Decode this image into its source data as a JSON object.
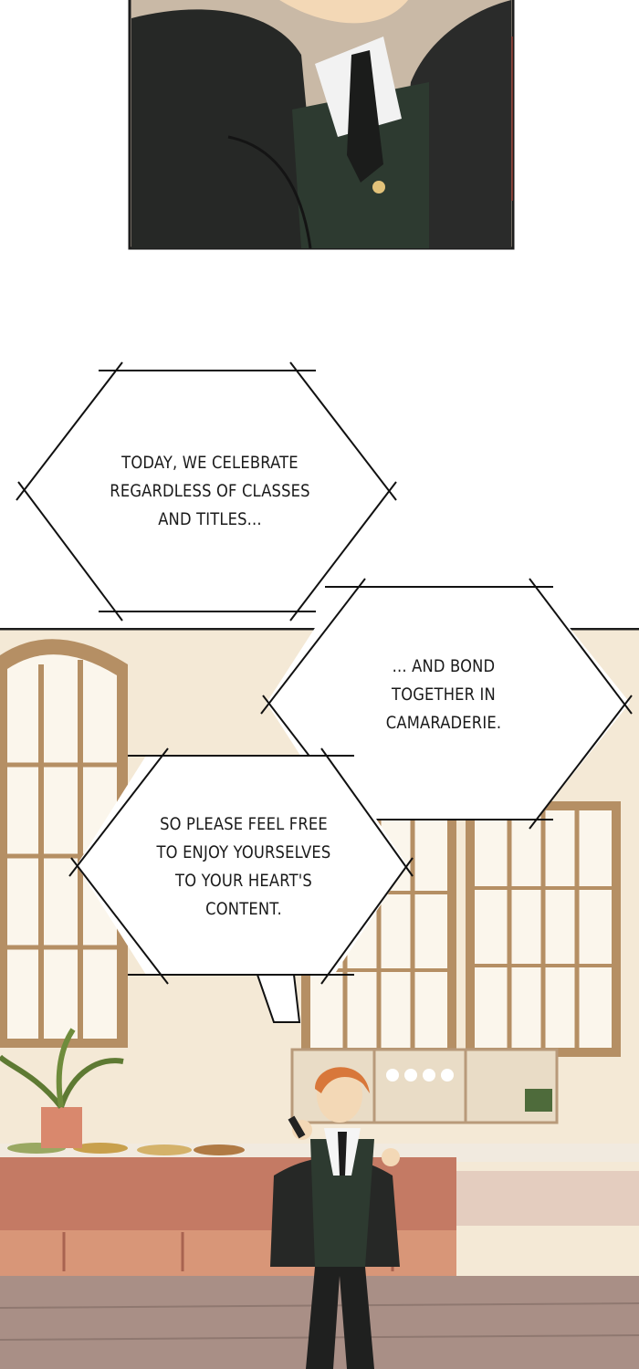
{
  "bubbles": [
    {
      "id": "bubble-1",
      "lines": [
        "TODAY, WE CELEBRATE",
        "REGARDLESS OF CLASSES",
        "AND TITLES..."
      ]
    },
    {
      "id": "bubble-2",
      "lines": [
        "... AND BOND",
        "TOGETHER IN",
        "CAMARADERIE."
      ]
    },
    {
      "id": "bubble-3",
      "lines": [
        "SO PLEASE FEEL FREE",
        "TO ENJOY YOURSELVES",
        "TO YOUR HEART'S",
        "CONTENT."
      ]
    }
  ],
  "colors": {
    "page_background": "#ffffff",
    "panel_border": "#1c1c1c",
    "suit": "#262826",
    "vest": "#2d3a30",
    "hall_wall": "#f4e9d6",
    "window_frame": "#b58f64",
    "floor": "#a98f86",
    "counter": "#c47a64",
    "hair": "#d8773a"
  }
}
